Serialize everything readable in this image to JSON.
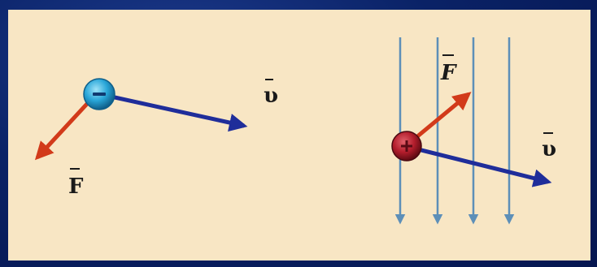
{
  "colors": {
    "background": "#0a2266",
    "panel": "#f8e6c4",
    "velocity_arrow": "#1f2d9a",
    "force_arrow": "#d23a1a",
    "negative_charge": "#29a6d8",
    "positive_charge": "#b31d2c",
    "field_lines": "#5d8fb8"
  },
  "icons": {
    "negative_charge": "minus-sign",
    "positive_charge": "plus-sign"
  },
  "left_scene": {
    "velocity_label": "υ",
    "force_label": "F"
  },
  "right_scene": {
    "force_label": "F",
    "velocity_label": "υ",
    "field_line_count": 4
  }
}
